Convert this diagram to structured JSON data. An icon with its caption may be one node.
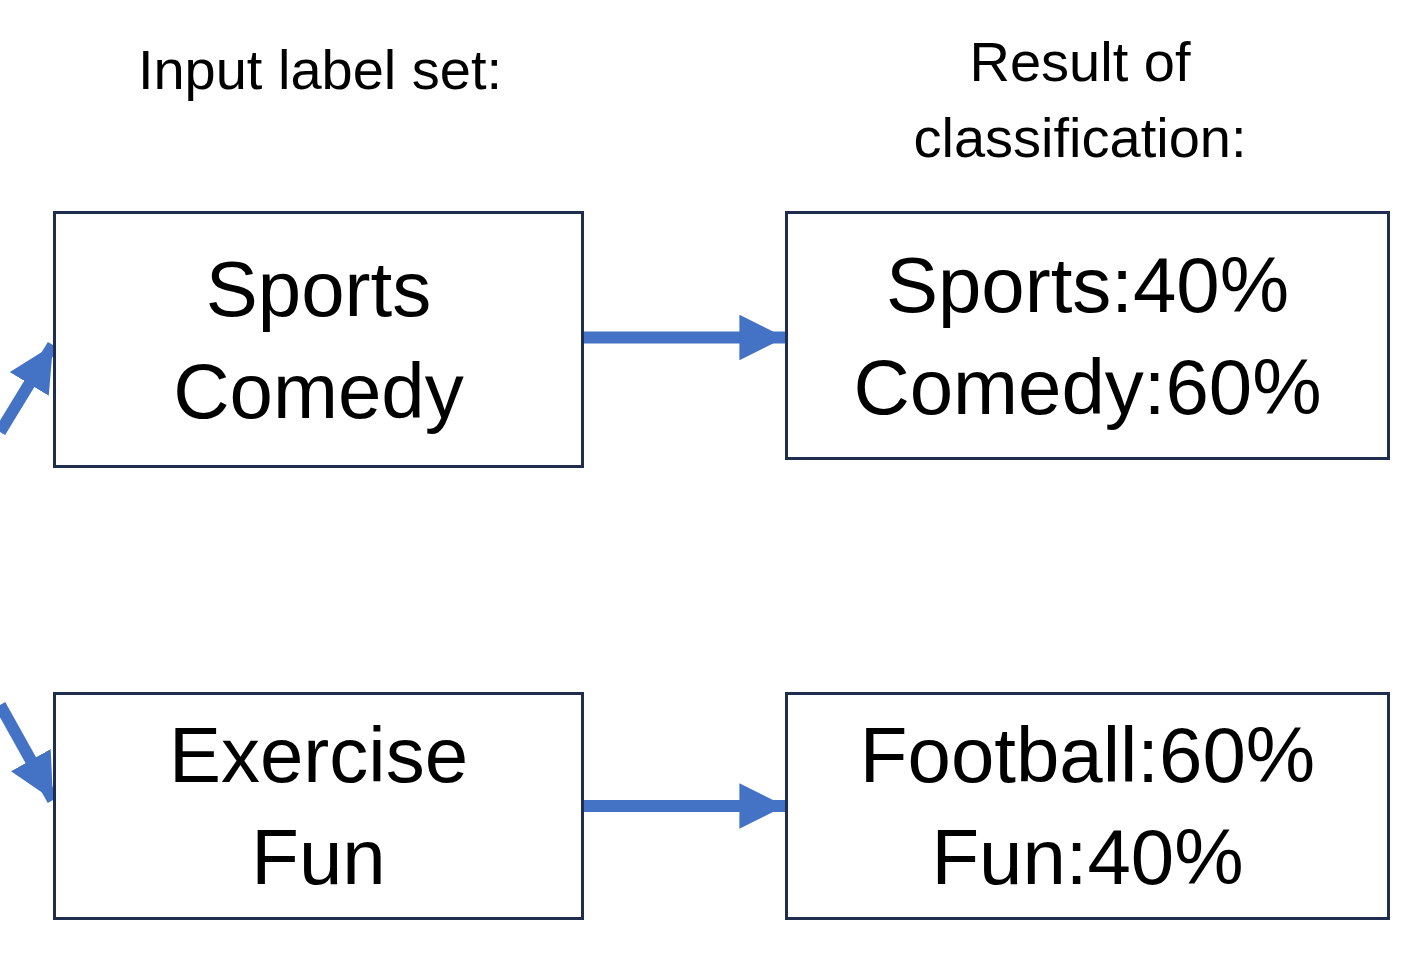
{
  "diagram": {
    "nodes": [
      {
        "text": [
          "Sports",
          "Comedy"
        ]
      },
      {
        "text": [
          "Sports:40%",
          "Comedy:60%"
        ]
      },
      {
        "text": [
          "Exercise",
          "Fun"
        ]
      },
      {
        "text": [
          "Football:60%",
          "Fun:40%"
        ]
      }
    ],
    "edges": [
      {
        "from": null,
        "to": 0,
        "arrow": "to"
      },
      {
        "from": 0,
        "to": 1,
        "arrow": "to"
      },
      {
        "from": null,
        "to": 2,
        "arrow": "to"
      },
      {
        "from": 2,
        "to": 3,
        "arrow": "to"
      }
    ],
    "labels": [
      "Input label set:",
      "Result of classification:"
    ]
  }
}
